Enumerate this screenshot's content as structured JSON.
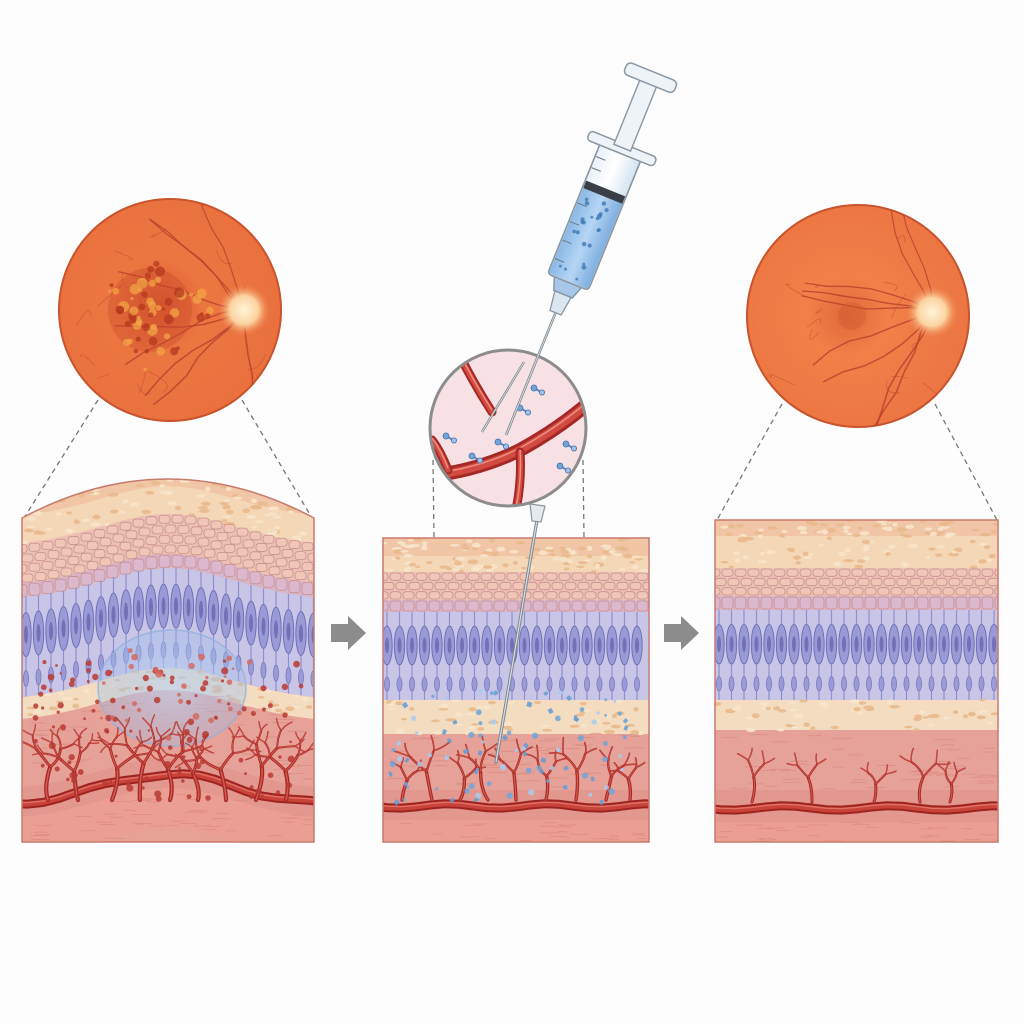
{
  "figure": {
    "stages": [
      {
        "id": "before",
        "state": "leaking neovascular vessels with fluid"
      },
      {
        "id": "injection",
        "state": "intravitreal injection"
      },
      {
        "id": "after",
        "state": "regressed vessels, dry retina"
      }
    ],
    "colors": {
      "background": "#fdfdfd",
      "fundus": "#ee7a45",
      "fundus_edge": "#c9532c",
      "vessel": "#b8312c",
      "vessel_light": "#d95b4f",
      "photoreceptor": "#8d8fd0",
      "tissue_pink": "#e9a49a",
      "tissue_cream": "#f3d6b3",
      "drug_blue": "#6fa6d8",
      "fluid": "#a9c9ef",
      "arrow": "#8a8a8a"
    }
  }
}
